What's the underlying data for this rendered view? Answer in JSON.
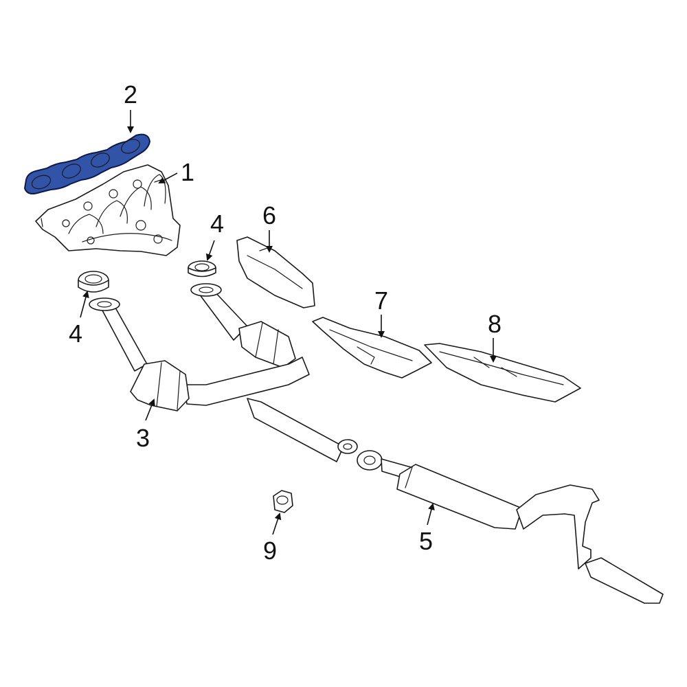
{
  "colors": {
    "highlight": "#3154a8",
    "highlight_stroke": "#0c1a4a",
    "line": "#1a1a1a",
    "background": "#ffffff"
  },
  "callouts": [
    {
      "id": "c1",
      "label": "1"
    },
    {
      "id": "c2",
      "label": "2"
    },
    {
      "id": "c3",
      "label": "3"
    },
    {
      "id": "c4a",
      "label": "4"
    },
    {
      "id": "c4b",
      "label": "4"
    },
    {
      "id": "c5",
      "label": "5"
    },
    {
      "id": "c6",
      "label": "6"
    },
    {
      "id": "c7",
      "label": "7"
    },
    {
      "id": "c8",
      "label": "8"
    },
    {
      "id": "c9",
      "label": "9"
    }
  ]
}
